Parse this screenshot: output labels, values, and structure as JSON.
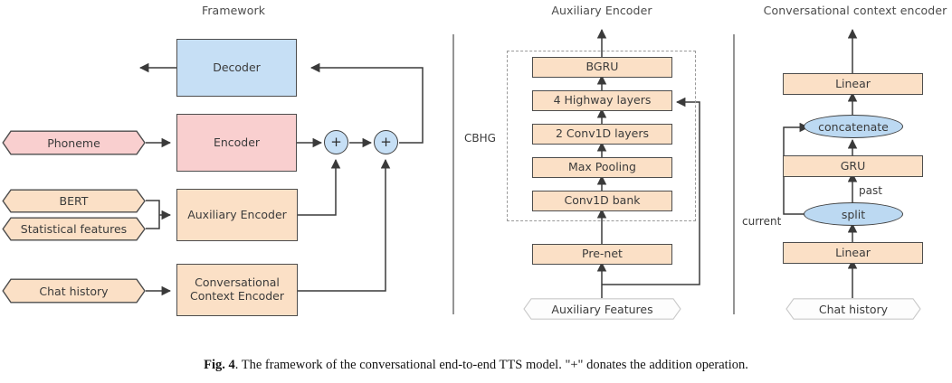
{
  "figure": {
    "caption_prefix": "Fig. 4",
    "caption_text": ". The framework of the conversational end-to-end TTS model. \"+\" donates the addition operation."
  },
  "colors": {
    "blue_fill": "#c6dff5",
    "pink_fill": "#f9cfcf",
    "peach_fill": "#fbe0c6",
    "ellipse_fill": "#bcd9f2",
    "stroke": "#4d4d4d",
    "dashed_stroke": "#9a9a9a",
    "background": "#ffffff"
  },
  "panels": {
    "framework": {
      "title": "Framework",
      "nodes": {
        "decoder": "Decoder",
        "encoder": "Encoder",
        "auxiliary_encoder": "Auxiliary Encoder",
        "conversational_context_encoder": "Conversational Context Encoder"
      },
      "inputs": {
        "phoneme": "Phoneme",
        "bert": "BERT",
        "statistical_features": "Statistical features",
        "chat_history": "Chat history"
      },
      "operators": {
        "add_1": "+",
        "add_2": "+"
      }
    },
    "auxiliary_encoder": {
      "title": "Auxiliary Encoder",
      "group_label": "CBHG",
      "stack": [
        "BGRU",
        "4 Highway layers",
        "2 Conv1D layers",
        "Max Pooling",
        "Conv1D bank"
      ],
      "prenet": "Pre-net",
      "input": "Auxiliary Features"
    },
    "conversational_context_encoder": {
      "title": "Conversational context encoder",
      "linear_top": "Linear",
      "concatenate": "concatenate",
      "gru": "GRU",
      "split": "split",
      "linear_bottom": "Linear",
      "input": "Chat history",
      "edge_labels": {
        "past": "past",
        "current": "current"
      }
    }
  }
}
